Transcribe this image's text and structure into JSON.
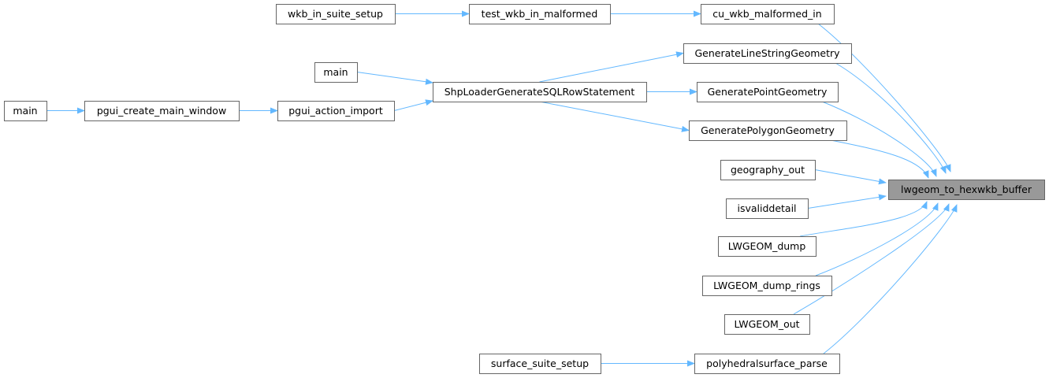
{
  "colors": {
    "edge": "#63b8ff",
    "node_border": "#666666",
    "node_fill": "#ffffff",
    "target_fill": "#999999",
    "text": "#000000"
  },
  "graph": {
    "nodes": [
      {
        "id": "lwgeom_to_hexwkb_buffer",
        "label": "lwgeom_to_hexwkb_buffer",
        "highlighted": true
      },
      {
        "id": "cu_wkb_malformed_in",
        "label": "cu_wkb_malformed_in"
      },
      {
        "id": "test_wkb_in_malformed",
        "label": "test_wkb_in_malformed"
      },
      {
        "id": "wkb_in_suite_setup",
        "label": "wkb_in_suite_setup"
      },
      {
        "id": "GenerateLineStringGeometry",
        "label": "GenerateLineStringGeometry"
      },
      {
        "id": "GeneratePointGeometry",
        "label": "GeneratePointGeometry"
      },
      {
        "id": "GeneratePolygonGeometry",
        "label": "GeneratePolygonGeometry"
      },
      {
        "id": "ShpLoaderGenerateSQLRowStatement",
        "label": "ShpLoaderGenerateSQLRowStatement"
      },
      {
        "id": "main_a",
        "label": "main"
      },
      {
        "id": "pgui_action_import",
        "label": "pgui_action_import"
      },
      {
        "id": "pgui_create_main_window",
        "label": "pgui_create_main_window"
      },
      {
        "id": "main_b",
        "label": "main"
      },
      {
        "id": "geography_out",
        "label": "geography_out"
      },
      {
        "id": "isvaliddetail",
        "label": "isvaliddetail"
      },
      {
        "id": "LWGEOM_dump",
        "label": "LWGEOM_dump"
      },
      {
        "id": "LWGEOM_dump_rings",
        "label": "LWGEOM_dump_rings"
      },
      {
        "id": "LWGEOM_out",
        "label": "LWGEOM_out"
      },
      {
        "id": "polyhedralsurface_parse",
        "label": "polyhedralsurface_parse"
      },
      {
        "id": "surface_suite_setup",
        "label": "surface_suite_setup"
      }
    ],
    "edges": [
      {
        "from": "wkb_in_suite_setup",
        "to": "test_wkb_in_malformed"
      },
      {
        "from": "test_wkb_in_malformed",
        "to": "cu_wkb_malformed_in"
      },
      {
        "from": "cu_wkb_malformed_in",
        "to": "lwgeom_to_hexwkb_buffer"
      },
      {
        "from": "main_a",
        "to": "ShpLoaderGenerateSQLRowStatement"
      },
      {
        "from": "main_b",
        "to": "pgui_create_main_window"
      },
      {
        "from": "pgui_create_main_window",
        "to": "pgui_action_import"
      },
      {
        "from": "pgui_action_import",
        "to": "ShpLoaderGenerateSQLRowStatement"
      },
      {
        "from": "ShpLoaderGenerateSQLRowStatement",
        "to": "GenerateLineStringGeometry"
      },
      {
        "from": "ShpLoaderGenerateSQLRowStatement",
        "to": "GeneratePointGeometry"
      },
      {
        "from": "ShpLoaderGenerateSQLRowStatement",
        "to": "GeneratePolygonGeometry"
      },
      {
        "from": "GenerateLineStringGeometry",
        "to": "lwgeom_to_hexwkb_buffer"
      },
      {
        "from": "GeneratePointGeometry",
        "to": "lwgeom_to_hexwkb_buffer"
      },
      {
        "from": "GeneratePolygonGeometry",
        "to": "lwgeom_to_hexwkb_buffer"
      },
      {
        "from": "geography_out",
        "to": "lwgeom_to_hexwkb_buffer"
      },
      {
        "from": "isvaliddetail",
        "to": "lwgeom_to_hexwkb_buffer"
      },
      {
        "from": "LWGEOM_dump",
        "to": "lwgeom_to_hexwkb_buffer"
      },
      {
        "from": "LWGEOM_dump_rings",
        "to": "lwgeom_to_hexwkb_buffer"
      },
      {
        "from": "LWGEOM_out",
        "to": "lwgeom_to_hexwkb_buffer"
      },
      {
        "from": "surface_suite_setup",
        "to": "polyhedralsurface_parse"
      },
      {
        "from": "polyhedralsurface_parse",
        "to": "lwgeom_to_hexwkb_buffer"
      }
    ]
  }
}
